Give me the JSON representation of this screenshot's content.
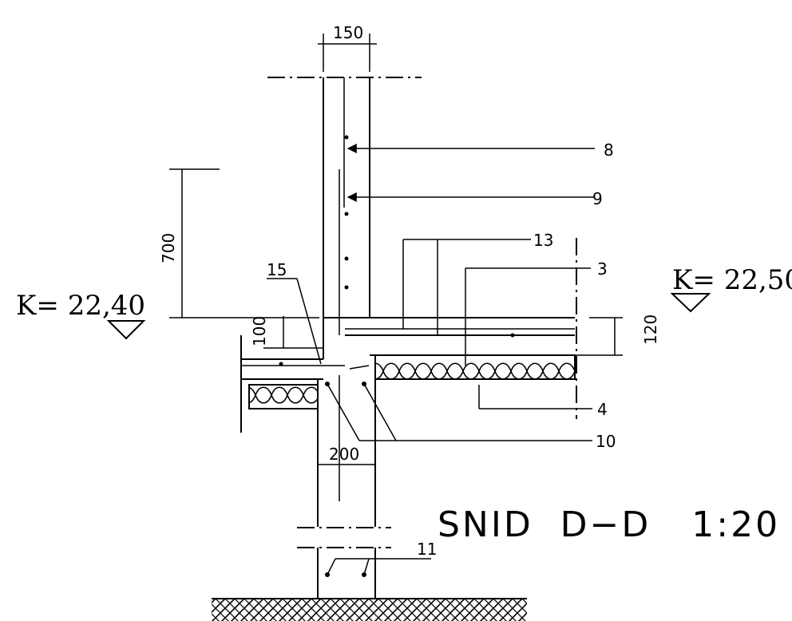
{
  "title": "SNID  D−D   1:20",
  "levels": {
    "left": "K= 22,40",
    "right": "K= 22,50"
  },
  "dimensions": {
    "wall_width": "150",
    "height_700": "700",
    "height_100": "100",
    "height_120": "120",
    "base_width": "200"
  },
  "callouts": {
    "c8": "8",
    "c9": "9",
    "c13": "13",
    "c3": "3",
    "c15": "15",
    "c4": "4",
    "c10": "10",
    "c11": "11"
  }
}
